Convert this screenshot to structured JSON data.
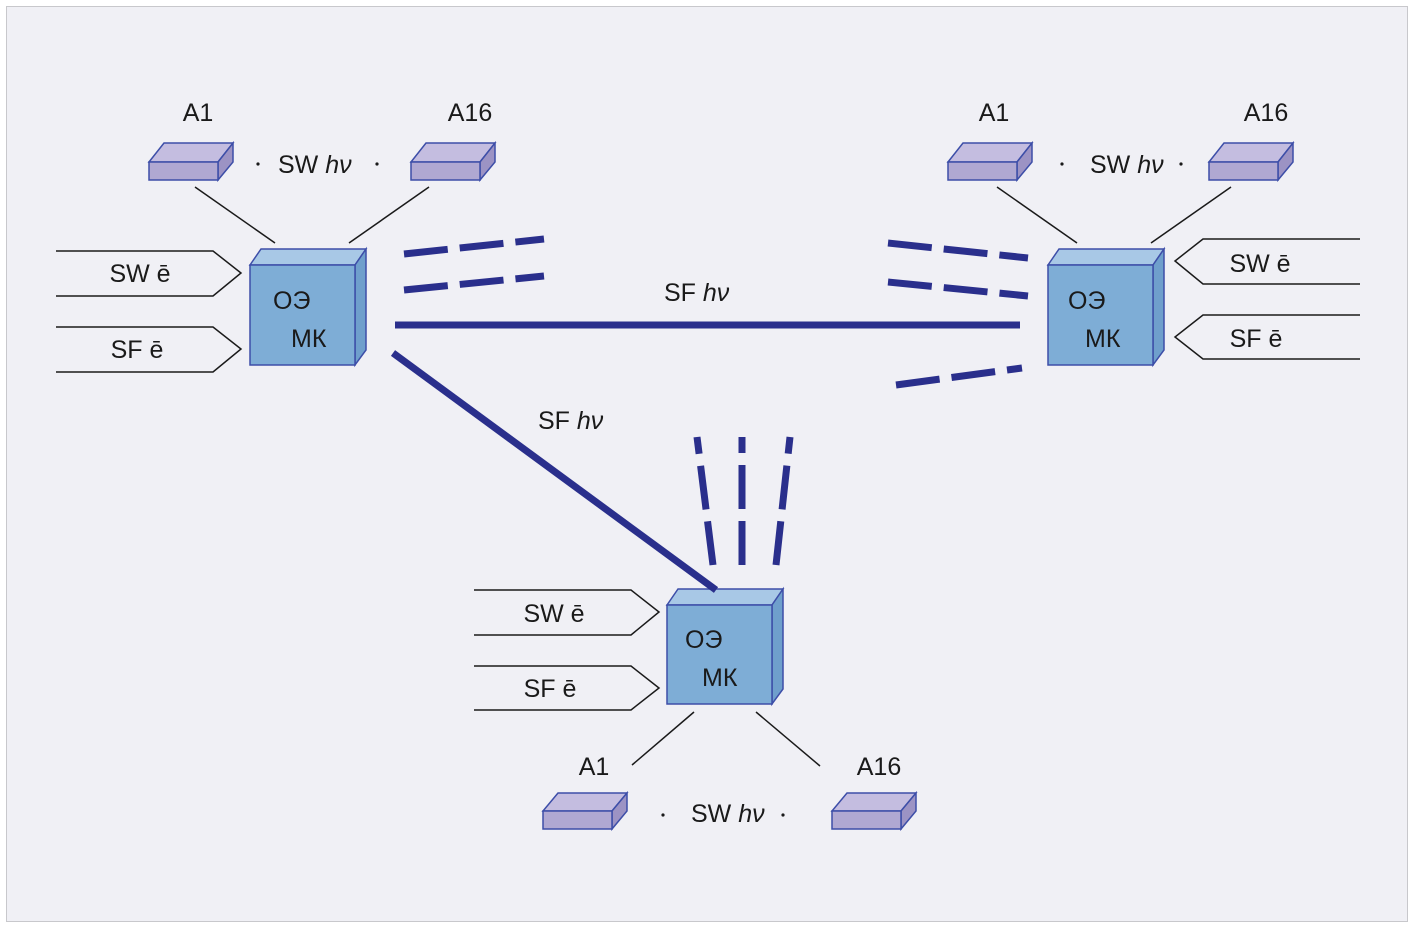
{
  "colors": {
    "background": "#f0f0f5",
    "cube_front": "#7eadd6",
    "cube_side": "#a8c8e6",
    "cube_edge": "#3d4ea8",
    "device_fill": "#b0a8d2",
    "link": "#2a2f8c",
    "line": "#1a1a1a"
  },
  "nodes": [
    {
      "id": "left",
      "cube_line1": "ОЭ",
      "cube_line2": "МК",
      "device_a": "A1",
      "device_b": "A16",
      "device_link": "SW ",
      "device_link_hv": "hν",
      "input_sw": "SW ē",
      "input_sf": "SF ē"
    },
    {
      "id": "right",
      "cube_line1": "ОЭ",
      "cube_line2": "МК",
      "device_a": "A1",
      "device_b": "A16",
      "device_link": "SW ",
      "device_link_hv": "hν",
      "input_sw": "SW ē",
      "input_sf": "SF ē"
    },
    {
      "id": "bottom",
      "cube_line1": "ОЭ",
      "cube_line2": "МК",
      "device_a": "A1",
      "device_b": "A16",
      "device_link": "SW ",
      "device_link_hv": "hν",
      "input_sw": "SW ē",
      "input_sf": "SF ē"
    }
  ],
  "links": {
    "horizontal_label": "SF ",
    "horizontal_label_hv": "hν",
    "diagonal_label": "SF ",
    "diagonal_label_hv": "hν"
  }
}
